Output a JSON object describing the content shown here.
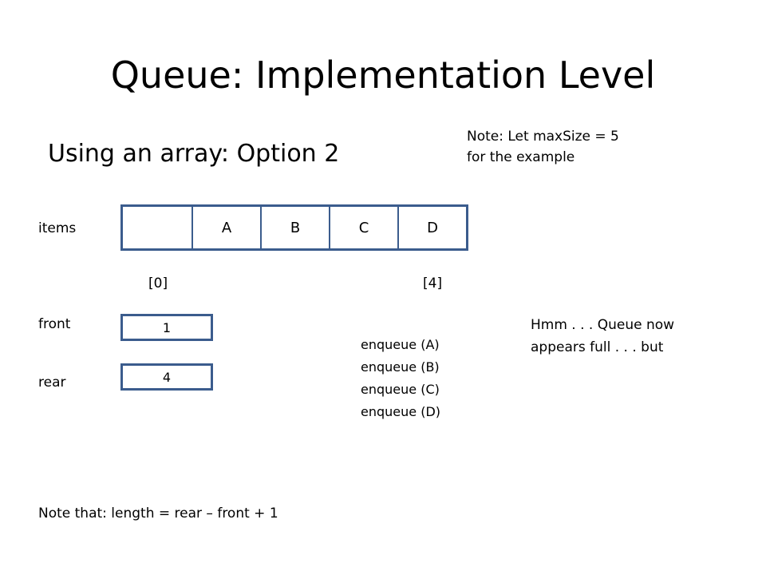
{
  "title": "Queue:  Implementation Level",
  "subtitle": "Using an array:  Option 2",
  "note_max": [
    "Note:  Let maxSize = 5",
    "for the example"
  ],
  "labels": {
    "items": "items",
    "front": "front",
    "rear": "rear"
  },
  "array_cells": [
    "",
    "A",
    "B",
    "C",
    "D"
  ],
  "index_labels": {
    "first": "[0]",
    "last": "[4]"
  },
  "front_value": "1",
  "rear_value": "4",
  "operations": [
    "enqueue (A)",
    "enqueue (B)",
    "enqueue (C)",
    "enqueue (D)"
  ],
  "hmm_note": [
    "Hmm . . . Queue now",
    "appears full . . . but"
  ],
  "length_note": "Note that:  length = rear – front + 1",
  "colors": {
    "box_border": "#3b5c8d",
    "background": "#ffffff",
    "text": "#000000"
  }
}
